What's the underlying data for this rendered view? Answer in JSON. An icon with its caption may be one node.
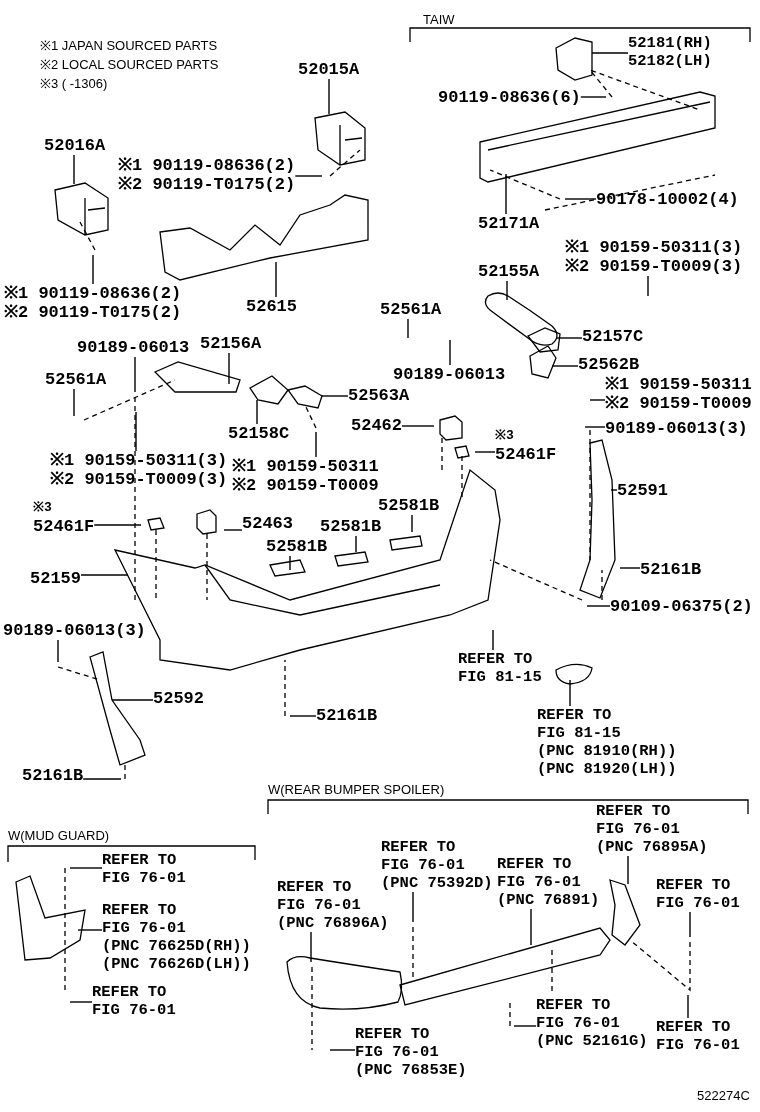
{
  "diagram": {
    "nodes": [
      {
        "text": [
          "52015A"
        ]
      },
      {
        "text": [
          "52181(RH)",
          "52182(LH)"
        ]
      },
      {
        "text": [
          "52016A"
        ]
      },
      {
        "text": [
          "※1 90119-08636(2)",
          "※2 90119-T0175(2)"
        ]
      },
      {
        "text": [
          "90119-08636(6)"
        ]
      },
      {
        "text": [
          "90178-10002(4)"
        ]
      },
      {
        "text": [
          "52171A"
        ]
      },
      {
        "text": [
          "※1 90159-50311(3)",
          "※2 90159-T0009(3)"
        ]
      },
      {
        "text": [
          "52155A"
        ]
      },
      {
        "text": [
          "※1 90119-08636(2)",
          "※2 90119-T0175(2)"
        ]
      },
      {
        "text": [
          "52615"
        ]
      },
      {
        "text": [
          "52561A"
        ]
      },
      {
        "text": [
          "52157C"
        ]
      },
      {
        "text": [
          "90189-06013"
        ]
      },
      {
        "text": [
          "52156A"
        ]
      },
      {
        "text": [
          "52562B"
        ]
      },
      {
        "text": [
          "90189-06013"
        ]
      },
      {
        "text": [
          "52561A"
        ]
      },
      {
        "text": [
          "※1 90159-50311",
          "※2 90159-T0009"
        ]
      },
      {
        "text": [
          "52563A"
        ]
      },
      {
        "text": [
          "52462"
        ]
      },
      {
        "text": [
          "90189-06013(3)"
        ]
      },
      {
        "text": [
          "52158C"
        ]
      },
      {
        "text": [
          "※3",
          "52461F"
        ]
      },
      {
        "text": [
          "※1 90159-50311(3)",
          "※2 90159-T0009(3)"
        ]
      },
      {
        "text": [
          "※1 90159-50311",
          "※2 90159-T0009"
        ]
      },
      {
        "text": [
          "52591"
        ]
      },
      {
        "text": [
          "52581B"
        ]
      },
      {
        "text": [
          "※3",
          "52461F"
        ]
      },
      {
        "text": [
          "52463"
        ]
      },
      {
        "text": [
          "52581B"
        ]
      },
      {
        "text": [
          "52581B"
        ]
      },
      {
        "text": [
          "52161B"
        ]
      },
      {
        "text": [
          "52159"
        ]
      },
      {
        "text": [
          "90109-06375(2)"
        ]
      },
      {
        "text": [
          "90189-06013(3)"
        ]
      },
      {
        "text": [
          "REFER TO",
          "FIG 81-15"
        ]
      },
      {
        "text": [
          "52592"
        ]
      },
      {
        "text": [
          "52161B"
        ]
      },
      {
        "text": [
          "REFER TO",
          "FIG 81-15",
          "(PNC 81910(RH))",
          "(PNC 81920(LH))"
        ]
      },
      {
        "text": [
          "52161B"
        ]
      },
      {
        "text": [
          "REFER TO",
          "FIG 76-01",
          "(PNC 76895A)"
        ]
      },
      {
        "text": [
          "REFER TO",
          "FIG 76-01",
          "(PNC 75392D)"
        ]
      },
      {
        "text": [
          "REFER TO",
          "FIG 76-01"
        ]
      },
      {
        "text": [
          "REFER TO",
          "FIG 76-01",
          "(PNC 76891)"
        ]
      },
      {
        "text": [
          "REFER TO",
          "FIG 76-01",
          "(PNC 76896A)"
        ]
      },
      {
        "text": [
          "REFER TO",
          "FIG 76-01"
        ]
      },
      {
        "text": [
          "REFER TO",
          "FIG 76-01",
          "(PNC 76625D(RH))",
          "(PNC 76626D(LH))"
        ]
      },
      {
        "text": [
          "REFER TO",
          "FIG 76-01"
        ]
      },
      {
        "text": [
          "REFER TO",
          "FIG 76-01",
          "(PNC 52161G)"
        ]
      },
      {
        "text": [
          "REFER TO",
          "FIG 76-01"
        ]
      },
      {
        "text": [
          "REFER TO",
          "FIG 76-01",
          "(PNC 76853E)"
        ]
      }
    ],
    "edges": [
      {
        "from": 0,
        "to": null,
        "arrow": "none"
      },
      {
        "from": 1,
        "to": null,
        "arrow": "none"
      },
      {
        "from": 2,
        "to": null,
        "arrow": "none"
      },
      {
        "from": 3,
        "to": null,
        "arrow": "none"
      },
      {
        "from": 4,
        "to": null,
        "arrow": "none"
      },
      {
        "from": 5,
        "to": null,
        "arrow": "none"
      },
      {
        "from": 6,
        "to": null,
        "arrow": "none"
      },
      {
        "from": 7,
        "to": null,
        "arrow": "none"
      },
      {
        "from": 8,
        "to": null,
        "arrow": "none"
      },
      {
        "from": 9,
        "to": null,
        "arrow": "none"
      },
      {
        "from": 10,
        "to": null,
        "arrow": "none"
      },
      {
        "from": 11,
        "to": null,
        "arrow": "none"
      },
      {
        "from": 12,
        "to": null,
        "arrow": "none"
      },
      {
        "from": 13,
        "to": null,
        "arrow": "none"
      },
      {
        "from": 14,
        "to": null,
        "arrow": "none"
      },
      {
        "from": 15,
        "to": null,
        "arrow": "none"
      },
      {
        "from": 16,
        "to": null,
        "arrow": "none"
      },
      {
        "from": 17,
        "to": null,
        "arrow": "none"
      },
      {
        "from": 18,
        "to": null,
        "arrow": "none"
      },
      {
        "from": 19,
        "to": null,
        "arrow": "none"
      },
      {
        "from": 20,
        "to": null,
        "arrow": "none"
      },
      {
        "from": 21,
        "to": null,
        "arrow": "none"
      },
      {
        "from": 22,
        "to": null,
        "arrow": "none"
      },
      {
        "from": 23,
        "to": null,
        "arrow": "none"
      },
      {
        "from": 24,
        "to": null,
        "arrow": "none"
      },
      {
        "from": 25,
        "to": null,
        "arrow": "none"
      },
      {
        "from": 26,
        "to": null,
        "arrow": "none"
      },
      {
        "from": 27,
        "to": null,
        "arrow": "none"
      },
      {
        "from": 28,
        "to": null,
        "arrow": "none"
      },
      {
        "from": 29,
        "to": null,
        "arrow": "none"
      },
      {
        "from": 30,
        "to": null,
        "arrow": "none"
      },
      {
        "from": 31,
        "to": null,
        "arrow": "none"
      },
      {
        "from": 32,
        "to": null,
        "arrow": "none"
      },
      {
        "from": 33,
        "to": null,
        "arrow": "none"
      },
      {
        "from": 34,
        "to": null,
        "arrow": "none"
      },
      {
        "from": 35,
        "to": null,
        "arrow": "none"
      },
      {
        "from": 36,
        "to": null,
        "arrow": "none"
      },
      {
        "from": 37,
        "to": null,
        "arrow": "none"
      },
      {
        "from": 38,
        "to": null,
        "arrow": "none"
      },
      {
        "from": 39,
        "to": null,
        "arrow": "none"
      },
      {
        "from": 40,
        "to": null,
        "arrow": "none"
      },
      {
        "from": 41,
        "to": null,
        "arrow": "none"
      },
      {
        "from": 42,
        "to": null,
        "arrow": "none"
      },
      {
        "from": 43,
        "to": null,
        "arrow": "none"
      },
      {
        "from": 44,
        "to": null,
        "arrow": "none"
      },
      {
        "from": 45,
        "to": null,
        "arrow": "none"
      },
      {
        "from": 46,
        "to": null,
        "arrow": "none"
      },
      {
        "from": 47,
        "to": null,
        "arrow": "none"
      },
      {
        "from": 48,
        "to": null,
        "arrow": "none"
      },
      {
        "from": 49,
        "to": null,
        "arrow": "none"
      },
      {
        "from": 50,
        "to": null,
        "arrow": "none"
      },
      {
        "from": 51,
        "to": null,
        "arrow": "none"
      }
    ],
    "labels": [
      "※1 JAPAN SOURCED PARTS",
      "※2 LOCAL SOURCED PARTS",
      "※3 ( -1306)",
      "TAIW",
      "W(REAR BUMPER SPOILER)",
      "W(MUD GUARD)",
      "522274C"
    ]
  }
}
